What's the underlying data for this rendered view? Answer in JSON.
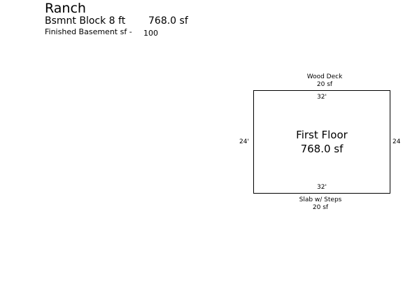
{
  "header": {
    "house_type": "Ranch",
    "basement_label": "Bsmnt Block 8 ft",
    "basement_area": "768.0 sf",
    "finished_basement_label": "Finished Basement sf -",
    "finished_basement_value": "100"
  },
  "sketch": {
    "wood_deck": {
      "title": "Wood Deck",
      "area": "20 sf"
    },
    "first_floor": {
      "name": "First Floor",
      "area": "768.0 sf",
      "dim_top": "32'",
      "dim_bottom": "32'",
      "dim_left": "24'",
      "dim_right": "24"
    },
    "slab": {
      "title": "Slab w/ Steps",
      "area": "20 sf"
    }
  }
}
